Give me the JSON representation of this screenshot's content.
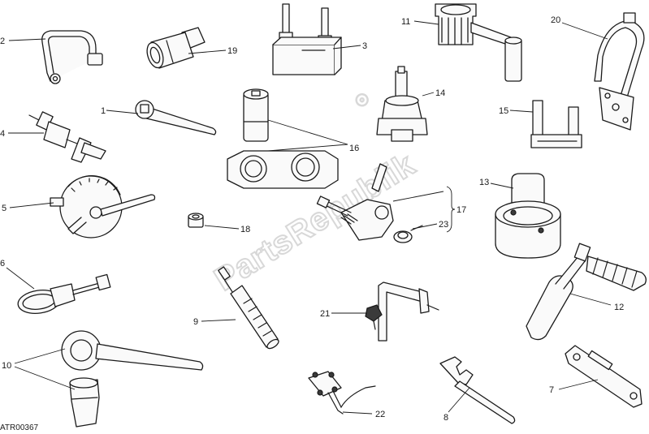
{
  "diagram": {
    "reference_code": "ATR00367",
    "watermark_text": "PartsRepublik",
    "callouts": {
      "c1": "1",
      "c2": "2",
      "c3": "3",
      "c4": "4",
      "c5": "5",
      "c6": "6",
      "c7": "7",
      "c8": "8",
      "c9": "9",
      "c10": "10",
      "c11": "11",
      "c12": "12",
      "c13": "13",
      "c14": "14",
      "c15": "15",
      "c16": "16",
      "c17": "17",
      "c18": "18",
      "c19": "19",
      "c20": "20",
      "c21": "21",
      "c22": "22",
      "c23": "23"
    },
    "colors": {
      "line": "#1a1a1a",
      "background": "#ffffff",
      "watermark": "#d8d8d8"
    }
  }
}
